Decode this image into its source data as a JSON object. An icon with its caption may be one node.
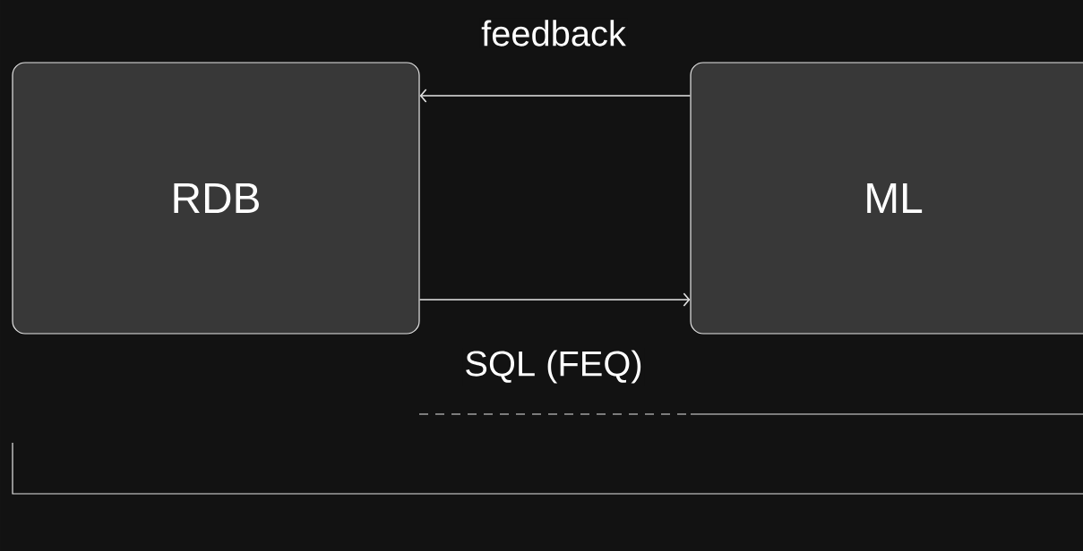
{
  "diagram": {
    "nodes": [
      {
        "text": [
          "RDB"
        ]
      },
      {
        "text": [
          "ML"
        ]
      }
    ],
    "edges": [
      {
        "from": 1,
        "to": 0,
        "arrow": "to",
        "label": "feedback"
      },
      {
        "from": 0,
        "to": 1,
        "arrow": "to",
        "label": "SQL (FEQ)"
      }
    ]
  }
}
